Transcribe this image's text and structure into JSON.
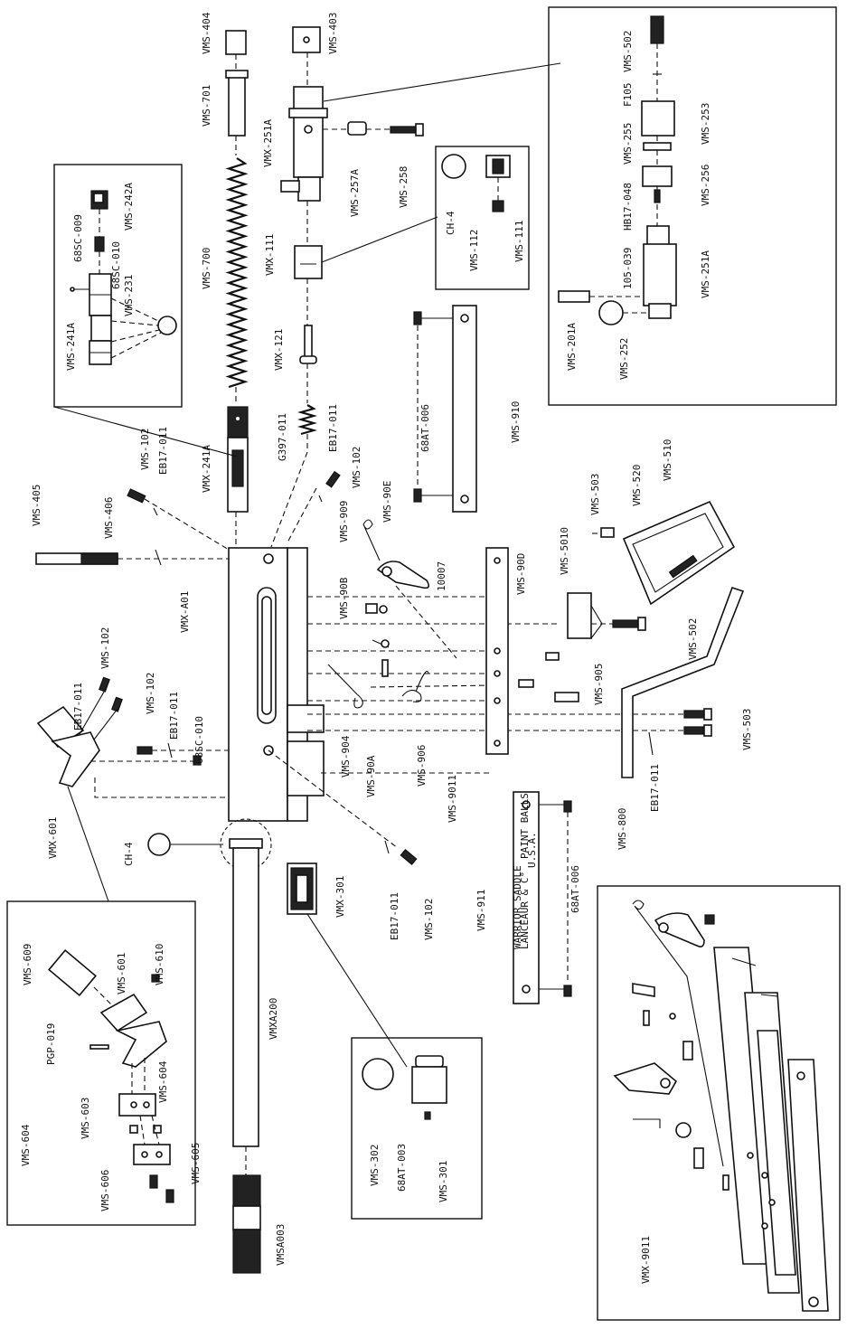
{
  "labels": {
    "vms404": "VMS-404",
    "vms701": "VMS-701",
    "vms700": "VMS-700",
    "vmx241a": "VMX-241A",
    "vms403": "VMS-403",
    "vmx251a": "VMX-251A",
    "vms257a": "VMS-257A",
    "vms258": "VMS-258",
    "vmx111": "VMX-111",
    "vmx121": "VMX-121",
    "g397011": "G397-011",
    "eb17011a": "EB17-011",
    "vms102a": "VMS-102",
    "ch4top": "CH-4",
    "vms112": "VMS-112",
    "vms111": "VMS-111",
    "vms502top": "VMS-502",
    "f105": "F105",
    "vms253": "VMS-253",
    "vms255": "VMS-255",
    "vms256": "VMS-256",
    "hb17048": "HB17-048",
    "x105039": "105-039",
    "vms251a": "VMS-251A",
    "vms201a": "VMS-201A",
    "vms252": "VMS-252",
    "x68sc009": "68SC-009",
    "vms242a": "VMS-242A",
    "x68sc010top": "68SC-010",
    "vms231": "VMS-231",
    "vms241a": "VMS-241A",
    "x68at006top": "68AT-006",
    "vms910": "VMS-910",
    "vms405": "VMS-405",
    "vms406": "VMS-406",
    "vms102b": "VMS-102",
    "eb17011b": "EB17-011",
    "vmsa01": "VMX-A01",
    "vms909": "VMS-909",
    "vms90e": "VMS-90E",
    "vms90b": "VMS-90B",
    "x10007": "10007",
    "vms90d": "VMS-90D",
    "vms5010": "VMS-5010",
    "vms503top": "VMS-503",
    "vms520": "VMS-520",
    "vms510": "VMS-510",
    "vms502mid": "VMS-502",
    "vms905": "VMS-905",
    "vms904": "VMS-904",
    "vms90a": "VMS-90A",
    "vms906": "VMS-906",
    "vms9011": "VMS-9011",
    "vms800": "VMS-800",
    "eb17011c": "EB17-011",
    "vms503bot": "VMS-503",
    "vms102c": "VMS-102",
    "eb17011d": "EB17-011",
    "vms102d": "VMS-102",
    "eb17011e": "EB17-011",
    "x68sc010mid": "68SC-010",
    "vmx601": "VMX-601",
    "ch4mid": "CH-4",
    "vmx301": "VMX-301",
    "eb17011f": "EB17-011",
    "vms102e": "VMS-102",
    "vms911": "VMS-911",
    "x68at006bot": "68AT-006",
    "vmxa200": "VMXA200",
    "vms609": "VMS-609",
    "vms601": "VMS-601",
    "vms610": "VMS-610",
    "pgp019": "PGP-019",
    "vms603": "VMS-603",
    "vms604a": "VMS-604",
    "vms604b": "VMS-604",
    "vms605": "VMS-605",
    "vms606": "VMS-606",
    "vmsa003": "VMSA003",
    "vms302": "VMS-302",
    "x68at003": "68AT-003",
    "vms301": "VMS-301",
    "vmx9011": "VMX-9011"
  },
  "plate_text": {
    "line1": "WARRIOR SADDLE",
    "line2": "LANCEAUR & C°",
    "line3": "PAINT BALLS",
    "line4": "U.S.A."
  }
}
